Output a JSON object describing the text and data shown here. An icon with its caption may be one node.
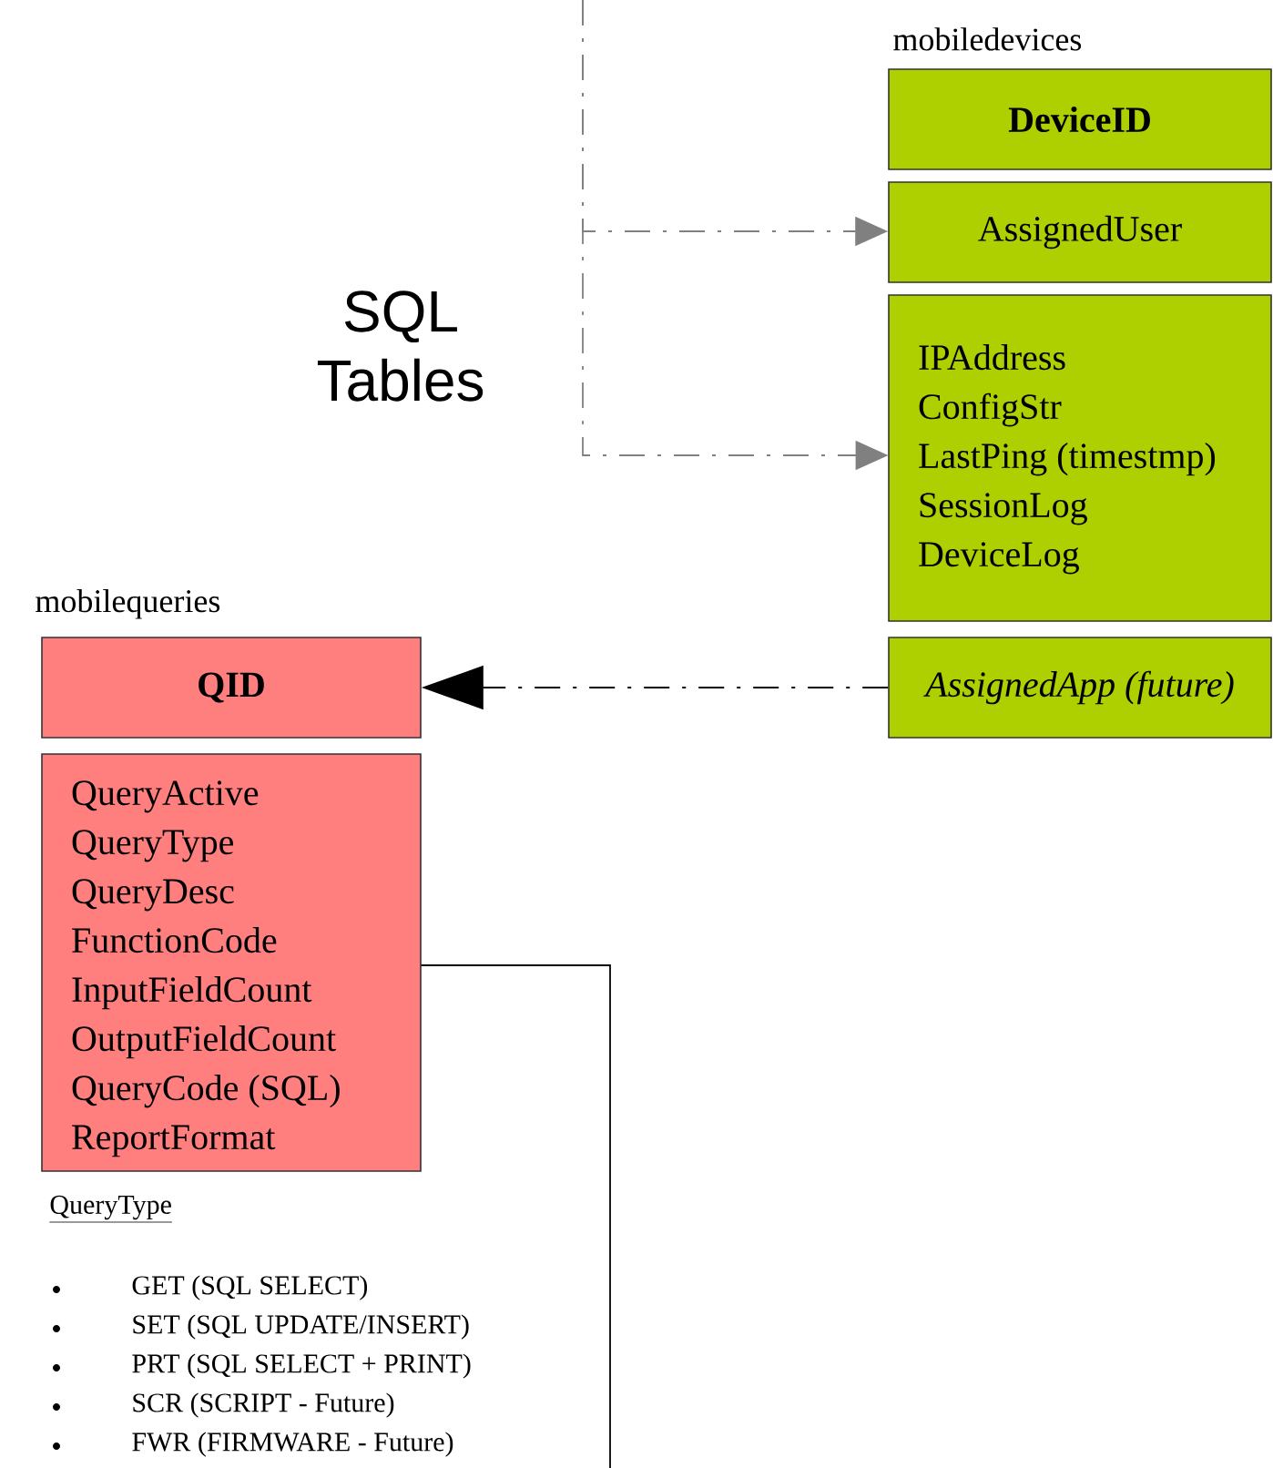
{
  "diagram": {
    "nodes": [
      {
        "text": [
          "DeviceID"
        ],
        "beside": [
          "mobiledevices"
        ]
      },
      {
        "text": [
          "AssignedUser"
        ]
      },
      {
        "text": [
          "IPAddress",
          "ConfigStr",
          "LastPing (timestmp)",
          "SessionLog",
          "DeviceLog"
        ]
      },
      {
        "text": [
          "AssignedApp (future)"
        ]
      },
      {
        "text": [
          "QID"
        ],
        "beside": [
          "mobilequeries"
        ]
      },
      {
        "text": [
          "QueryActive",
          "QueryType",
          "QueryDesc",
          "FunctionCode",
          "InputFieldCount",
          "OutputFieldCount",
          "QueryCode (SQL)",
          "ReportFormat"
        ]
      }
    ],
    "edges": [
      {
        "from": null,
        "to": 1,
        "arrow": "to",
        "style": "dashed",
        "color": "#808080"
      },
      {
        "from": null,
        "to": 2,
        "arrow": "to",
        "style": "dashed",
        "color": "#808080"
      },
      {
        "from": 3,
        "to": 4,
        "arrow": "to",
        "style": "dashed",
        "color": "#000000"
      },
      {
        "from": 5,
        "to": null,
        "arrow": "none",
        "color": "#000000"
      }
    ],
    "labels": [
      "SQL Tables",
      "QueryType",
      "GET (SQL SELECT)",
      "SET (SQL UPDATE/INSERT)",
      "PRT (SQL SELECT + PRINT)",
      "SCR (SCRIPT - Future)",
      "FWR (FIRMWARE - Future)"
    ]
  }
}
